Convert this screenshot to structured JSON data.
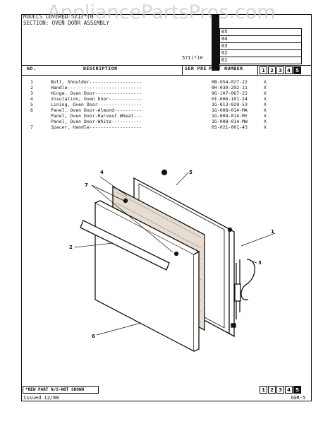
{
  "watermark": "AppliancePartsPros.com",
  "header": {
    "models_line": "MODELS COVERED    571(*)H",
    "section_line": "SECTION: OVEN DOOR ASSEMBLY",
    "model_code": "571(*)H",
    "tab_numbers": [
      "05",
      "04",
      "03",
      "02",
      "01"
    ]
  },
  "columns": {
    "no": "NO.",
    "description": "DESCRIPTION",
    "ser_pre": "SER PRE",
    "part_number": "PART NUMBER",
    "series": [
      "1",
      "2",
      "3",
      "4",
      "5"
    ]
  },
  "parts": [
    {
      "no": "1",
      "description": "Bolt, Shoulder-------------------",
      "part_number": "0B-954-027-22",
      "mark": "X"
    },
    {
      "no": "2",
      "description": "Handle---------------------------",
      "part_number": "0H-030-292-11",
      "mark": "X"
    },
    {
      "no": "3",
      "description": "Hinge, Oven Door-----------------",
      "part_number": "9G-107-067-22",
      "mark": "X"
    },
    {
      "no": "4",
      "description": "Insulation, Oven Door------------",
      "part_number": "0I-006-101-24",
      "mark": "X"
    },
    {
      "no": "5",
      "description": "Lining, Oven Door----------------",
      "part_number": "1G-013-020-53",
      "mark": "X"
    },
    {
      "no": "6",
      "description": "Panel, Oven Door-Almond----------",
      "part_number": "1G-008-014-MA",
      "mark": "X"
    },
    {
      "no": "",
      "description": "Panel, Oven Door-Harvest Wheat---",
      "part_number": "1G-008-014-MY",
      "mark": "X"
    },
    {
      "no": "",
      "description": "Panel, Oven Door-White-----------",
      "part_number": "1G-008-014-MW",
      "mark": "X"
    },
    {
      "no": "7",
      "description": "Spacer, Handle-------------------",
      "part_number": "0S-021-001-43",
      "mark": "X"
    }
  ],
  "callouts": [
    "1",
    "2",
    "3",
    "4",
    "5",
    "6",
    "7"
  ],
  "footer": {
    "legend": "*NEW PART   N/S-NOT SHOWN",
    "issued": "Issued 12/88",
    "page": "AGR-5",
    "series": [
      "1",
      "2",
      "3",
      "4",
      "5"
    ]
  }
}
